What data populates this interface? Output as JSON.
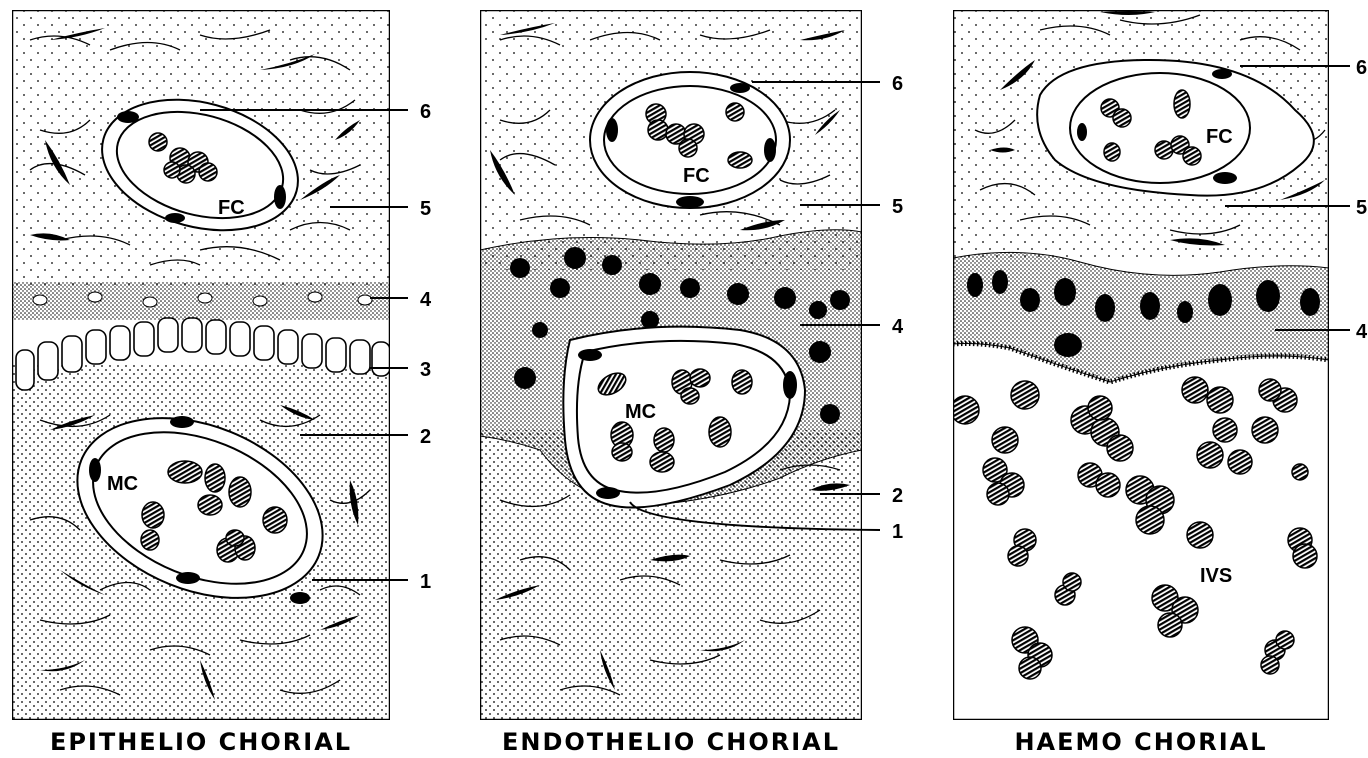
{
  "panels": [
    {
      "title": "EPITHELIO CHORIAL",
      "labels": {
        "fetal": "FC",
        "maternal": "MC"
      },
      "callouts": [
        "6",
        "5",
        "4",
        "3",
        "2",
        "1"
      ]
    },
    {
      "title": "ENDOTHELIO CHORIAL",
      "labels": {
        "fetal": "FC",
        "maternal": "MC"
      },
      "callouts": [
        "6",
        "5",
        "4",
        "2",
        "1"
      ]
    },
    {
      "title": "HAEMO CHORIAL",
      "labels": {
        "fetal": "FC",
        "space": "IVS"
      },
      "callouts": [
        "6",
        "5",
        "4"
      ]
    }
  ],
  "colors": {
    "ink": "#000000",
    "paper": "#ffffff"
  }
}
